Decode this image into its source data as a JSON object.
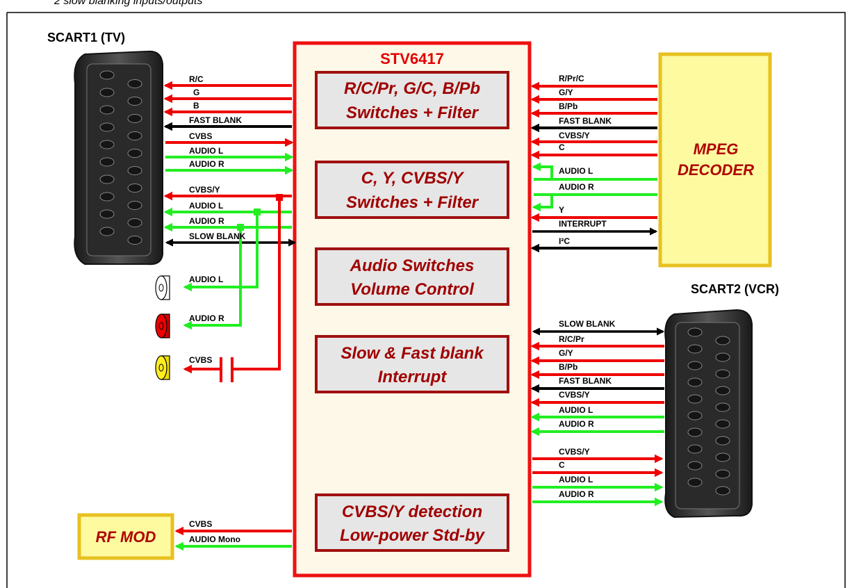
{
  "caption": "2 slow blanking inputs/outputs",
  "scart1_title": "SCART1 (TV)",
  "scart2_title": "SCART2 (VCR)",
  "chip_title": "STV6417",
  "function_blocks": [
    {
      "line1": "R/C/Pr, G/C, B/Pb",
      "line2": "Switches + Filter"
    },
    {
      "line1": "C, Y, CVBS/Y",
      "line2": "Switches + Filter"
    },
    {
      "line1": "Audio Switches",
      "line2": "Volume Control"
    },
    {
      "line1": "Slow & Fast blank",
      "line2": "Interrupt"
    },
    {
      "line1": "CVBS/Y detection",
      "line2": "Low-power Std-by"
    }
  ],
  "mpeg": {
    "line1": "MPEG",
    "line2": "DECODER"
  },
  "rfmod": "RF MOD",
  "left_signals": [
    "R/C",
    "G",
    "B",
    "FAST BLANK",
    "CVBS",
    "AUDIO L",
    "AUDIO R",
    "CVBS/Y",
    "AUDIO L",
    "AUDIO R",
    "SLOW BLANK"
  ],
  "jack_signals": [
    "AUDIO L",
    "AUDIO R",
    "CVBS"
  ],
  "rf_signals": [
    "CVBS",
    "AUDIO Mono"
  ],
  "mpeg_signals": [
    "R/Pr/C",
    "G/Y",
    "B/Pb",
    "FAST BLANK",
    "CVBS/Y",
    "C",
    "AUDIO L",
    "AUDIO R",
    "Y",
    "INTERRUPT",
    "I²C"
  ],
  "scart2_signals": [
    "SLOW BLANK",
    "R/C/Pr",
    "G/Y",
    "B/Pb",
    "FAST BLANK",
    "CVBS/Y",
    "AUDIO L",
    "AUDIO R",
    "CVBS/Y",
    "C",
    "AUDIO L",
    "AUDIO R"
  ],
  "colors": {
    "video": "#ee0000",
    "audio": "#22ee22",
    "control": "#000000",
    "chip_border": "#ee1111",
    "chip_fill": "#fdf8e8",
    "block_fill": "#e6e6e6",
    "block_border": "#a01010",
    "mpeg_fill": "#fdfaa0",
    "mpeg_border": "#e8c020"
  }
}
